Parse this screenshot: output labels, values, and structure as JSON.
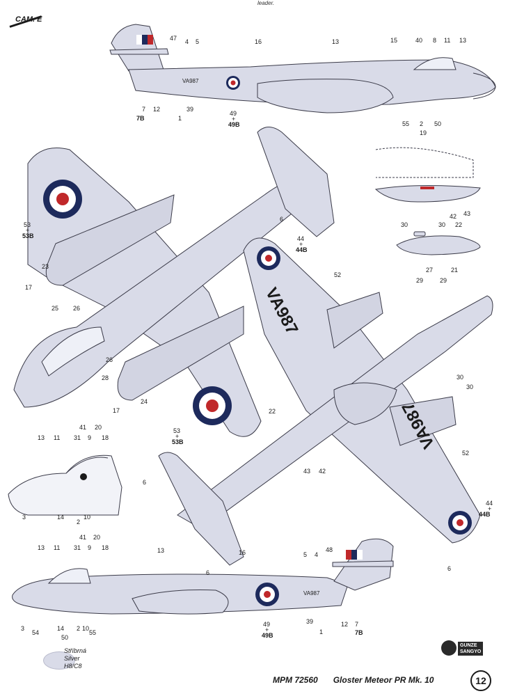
{
  "header": {
    "camouflage": "CAM. E",
    "leader_text": "leader."
  },
  "colors": {
    "silver": "#d9dbe8",
    "outline": "#3a3a48",
    "roundel_blue": "#1d2a5c",
    "roundel_red": "#c0282a",
    "fin_red": "#c0282a",
    "fin_blue": "#1d2a5c",
    "green_light": "#2e8b3a"
  },
  "legend": {
    "line1": "Stříbrná",
    "line2": "Silver",
    "line3": "H8/C8"
  },
  "footer": {
    "code": "MPM 72560",
    "title": "Gloster Meteor PR Mk. 10",
    "page": "12"
  },
  "logo": {
    "line1": "GUNZE",
    "line2": "SANGYO"
  },
  "serials": {
    "underwing": "VA987",
    "fuselage": "VA987"
  },
  "callouts": {
    "top_side": [
      "47",
      "4",
      "5",
      "16",
      "13",
      "15",
      "40",
      "8",
      "11",
      "13",
      "7",
      "12",
      "7B",
      "1",
      "39",
      "49",
      "49B",
      "55",
      "2",
      "50",
      "19"
    ],
    "top_view": [
      "53",
      "53B",
      "23",
      "17",
      "25",
      "26",
      "26",
      "28",
      "17",
      "24",
      "53",
      "53B"
    ],
    "under_view": [
      "6",
      "44",
      "44B",
      "52",
      "22",
      "43",
      "42",
      "30",
      "30",
      "52",
      "44",
      "44B",
      "6"
    ],
    "details": [
      "30",
      "42",
      "43",
      "30",
      "22",
      "27",
      "21",
      "29",
      "29"
    ],
    "cockpit": [
      "13",
      "11",
      "41",
      "31",
      "9",
      "20",
      "18",
      "3",
      "14",
      "2",
      "10"
    ],
    "tail_under": [
      "6",
      "6"
    ],
    "bottom_side": [
      "13",
      "11",
      "41",
      "31",
      "9",
      "20",
      "18",
      "13",
      "16",
      "5",
      "4",
      "48",
      "3",
      "54",
      "14",
      "50",
      "2",
      "10",
      "55",
      "39",
      "1",
      "12",
      "7",
      "7B",
      "49",
      "49B"
    ]
  }
}
